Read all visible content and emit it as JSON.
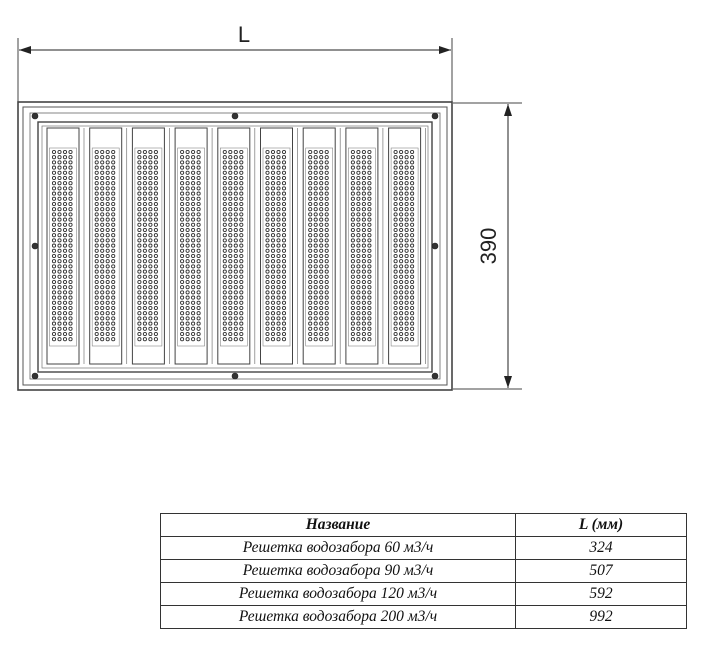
{
  "drawing": {
    "dimension_width_label": "L",
    "dimension_height_label": "390",
    "slot_count": 9
  },
  "table": {
    "headers": {
      "name": "Название",
      "length": "L (мм)"
    },
    "rows": [
      {
        "name": "Решетка водозабора 60 м3/ч",
        "length": "324"
      },
      {
        "name": "Решетка водозабора 90 м3/ч",
        "length": "507"
      },
      {
        "name": "Решетка водозабора 120 м3/ч",
        "length": "592"
      },
      {
        "name": "Решетка водозабора 200 м3/ч",
        "length": "992"
      }
    ]
  },
  "colors": {
    "line": "#444444",
    "fill": "#ffffff"
  }
}
